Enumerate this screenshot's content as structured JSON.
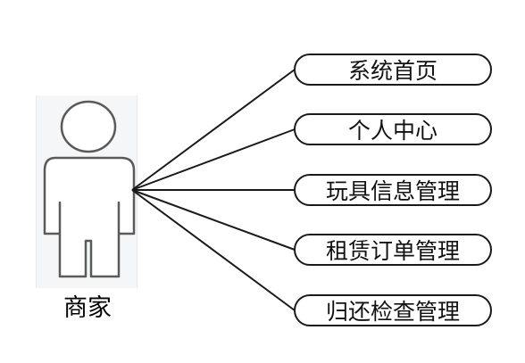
{
  "actor": {
    "label": "商家",
    "icon": "person-icon"
  },
  "use_cases": [
    {
      "label": "系统首页"
    },
    {
      "label": "个人中心"
    },
    {
      "label": "玩具信息管理"
    },
    {
      "label": "租赁订单管理"
    },
    {
      "label": "归还检查管理"
    }
  ],
  "colors": {
    "line": "#1a1a1a",
    "actor_outline": "#5a5a5a",
    "actor_panel": "#f4f6f8"
  }
}
